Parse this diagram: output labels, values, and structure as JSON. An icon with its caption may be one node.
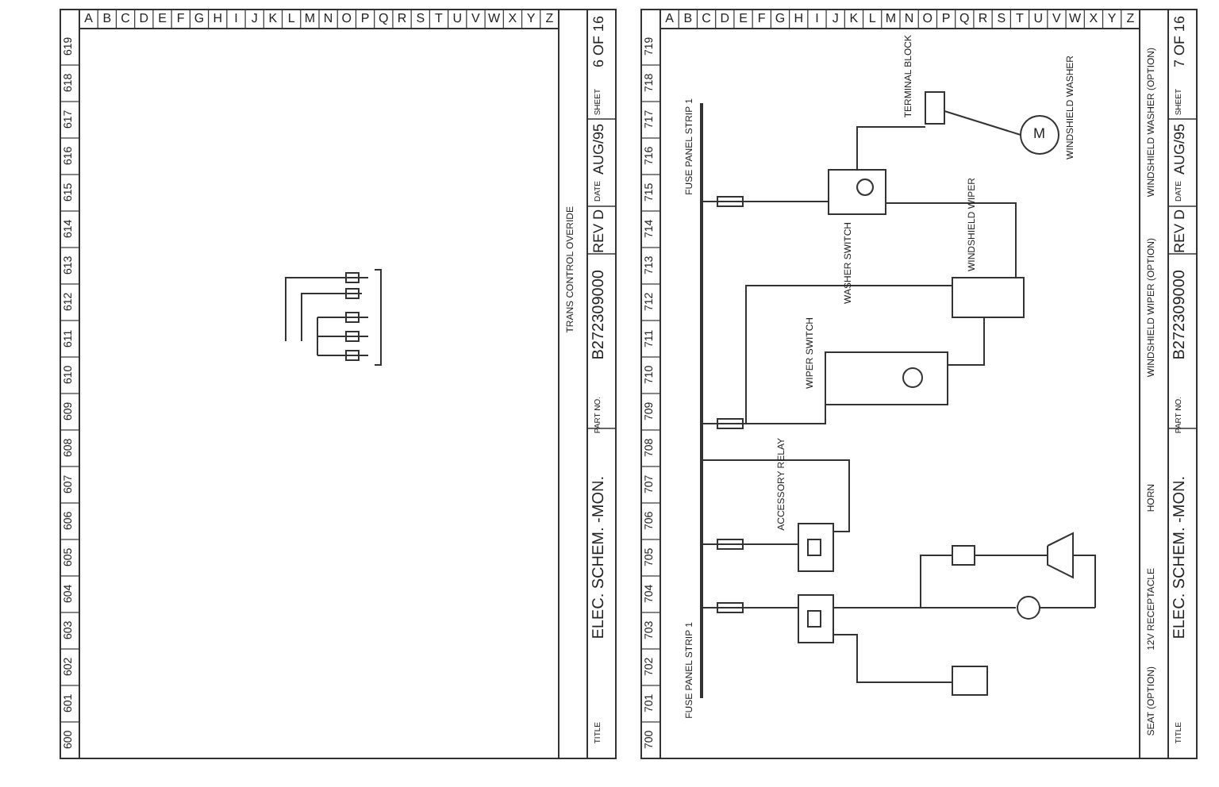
{
  "diagram": {
    "labels": [
      "A",
      "B",
      "C",
      "D",
      "E",
      "F",
      "G",
      "H",
      "I",
      "J",
      "K",
      "L",
      "M",
      "N",
      "O",
      "P",
      "Q",
      "R",
      "S",
      "T",
      "U",
      "V",
      "W",
      "X",
      "Y",
      "Z",
      "600",
      "601",
      "602",
      "603",
      "604",
      "605",
      "606",
      "607",
      "608",
      "609",
      "610",
      "611",
      "612",
      "613",
      "614",
      "615",
      "616",
      "617",
      "618",
      "619",
      "TRANS CONTROL OVERIDE",
      "TITLE",
      "ELEC. SCHEM. -MON.",
      "PART NO.",
      "B272309000",
      "REV D",
      "DATE",
      "AUG/95",
      "SHEET",
      "6 OF 16",
      "A",
      "B",
      "C",
      "D",
      "E",
      "F",
      "G",
      "H",
      "I",
      "J",
      "K",
      "L",
      "M",
      "N",
      "O",
      "P",
      "Q",
      "R",
      "S",
      "T",
      "U",
      "V",
      "W",
      "X",
      "Y",
      "Z",
      "700",
      "701",
      "702",
      "703",
      "704",
      "705",
      "706",
      "707",
      "708",
      "709",
      "710",
      "711",
      "712",
      "713",
      "714",
      "715",
      "716",
      "717",
      "718",
      "719",
      "SEAT (OPTION)",
      "12V RECEPTACLE",
      "HORN",
      "WINDSHIELD WIPER (OPTION)",
      "WINDSHIELD WASHER (OPTION)",
      "TITLE",
      "ELEC. SCHEM. -MON.",
      "PART NO.",
      "B272309000",
      "REV D",
      "DATE",
      "AUG/95",
      "SHEET",
      "7 OF 16",
      "FUSE PANEL STRIP 1",
      "FUSE PANEL STRIP 1",
      "WASHER SWITCH",
      "WINDSHIELD WIPER",
      "WIPER SWITCH",
      "WINDSHIELD WASHER",
      "ACCESSORY RELAY",
      "TERMINAL BLOCK",
      "M"
    ]
  }
}
